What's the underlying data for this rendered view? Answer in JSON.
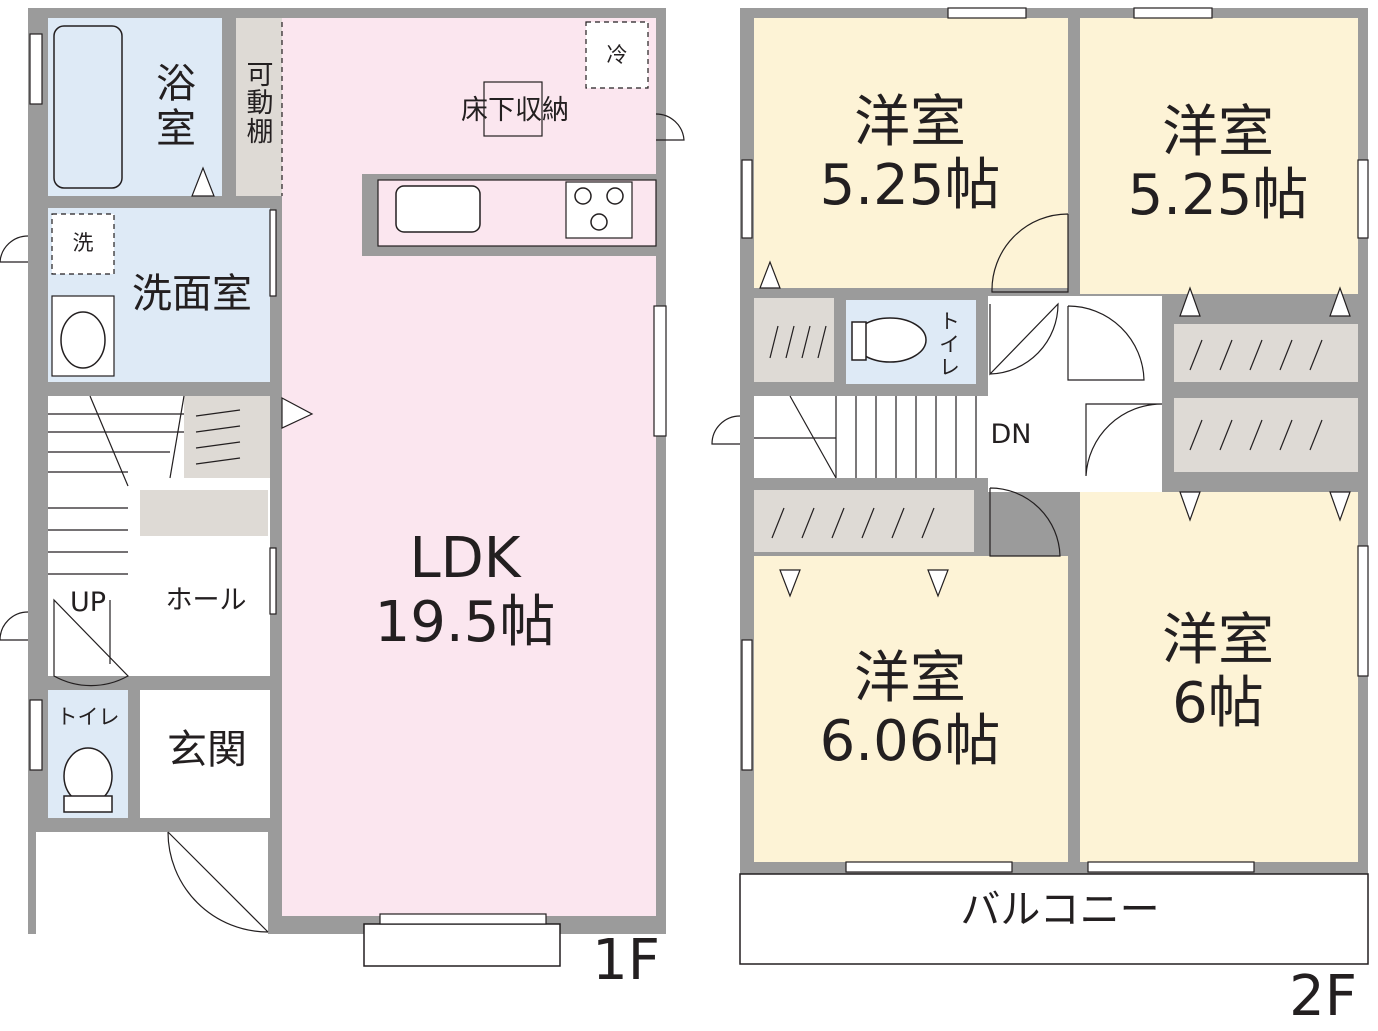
{
  "colors": {
    "wall": "#9b9b9b",
    "ldk_floor": "#fbe6ef",
    "wet_area_floor": "#deeaf6",
    "bedroom_floor": "#fdf3d6",
    "storage_floor": "#dedad5",
    "line": "#231f20"
  },
  "floor1": {
    "ldk_name": "LDK",
    "ldk_size": "19.5帖",
    "bath": "浴\n室",
    "shelf": "可\n動\n棚",
    "underfloor": "床下収納",
    "fridge": "冷",
    "washer": "洗",
    "washroom": "洗面室",
    "up": "UP",
    "hall": "ホール",
    "toilet": "トイレ",
    "entrance": "玄関",
    "floor_label": "1F"
  },
  "floor2": {
    "room_nw": "洋室\n5.25帖",
    "room_ne": "洋室\n5.25帖",
    "room_sw": "洋室\n6.06帖",
    "room_se": "洋室\n6帖",
    "toilet": "トイレ",
    "down": "DN",
    "balcony": "バルコニー",
    "floor_label": "2F"
  }
}
